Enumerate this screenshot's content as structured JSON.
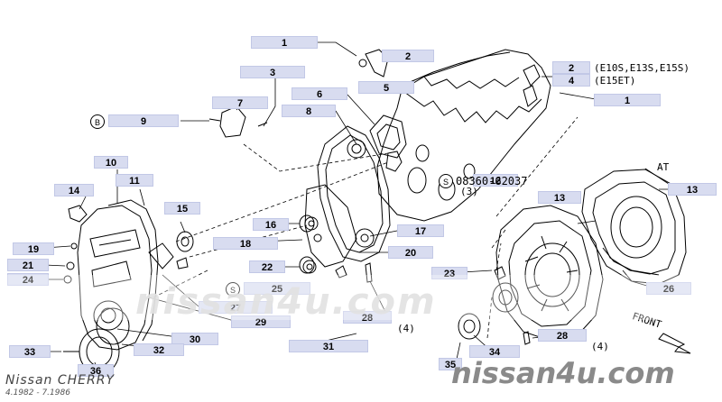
{
  "diagram": {
    "callouts": [
      {
        "id": "c1a",
        "text": "1"
      },
      {
        "id": "c2a",
        "text": "2"
      },
      {
        "id": "c3",
        "text": "3"
      },
      {
        "id": "c5",
        "text": "5"
      },
      {
        "id": "c6",
        "text": "6"
      },
      {
        "id": "c7",
        "text": "7"
      },
      {
        "id": "c8",
        "text": "8"
      },
      {
        "id": "c9",
        "text": "9"
      },
      {
        "id": "c2b",
        "text": "2"
      },
      {
        "id": "c4",
        "text": "4"
      },
      {
        "id": "c1b",
        "text": "1"
      },
      {
        "id": "c10",
        "text": "10"
      },
      {
        "id": "c11",
        "text": "11"
      },
      {
        "id": "c12",
        "text": "12"
      },
      {
        "id": "c13a",
        "text": "13"
      },
      {
        "id": "c13b",
        "text": "13"
      },
      {
        "id": "c14",
        "text": "14"
      },
      {
        "id": "c15",
        "text": "15"
      },
      {
        "id": "c16",
        "text": "16"
      },
      {
        "id": "c17",
        "text": "17"
      },
      {
        "id": "c18",
        "text": "18"
      },
      {
        "id": "c19",
        "text": "19"
      },
      {
        "id": "c20",
        "text": "20"
      },
      {
        "id": "c21",
        "text": "21"
      },
      {
        "id": "c22",
        "text": "22"
      },
      {
        "id": "c23",
        "text": "23"
      },
      {
        "id": "c24",
        "text": "24"
      },
      {
        "id": "c25",
        "text": "25"
      },
      {
        "id": "c26",
        "text": "26"
      },
      {
        "id": "c27",
        "text": "27"
      },
      {
        "id": "c28a",
        "text": "28"
      },
      {
        "id": "c28b",
        "text": "28"
      },
      {
        "id": "c29",
        "text": "29"
      },
      {
        "id": "c30",
        "text": "30"
      },
      {
        "id": "c31",
        "text": "31"
      },
      {
        "id": "c32",
        "text": "32"
      },
      {
        "id": "c33",
        "text": "33"
      },
      {
        "id": "c34",
        "text": "34"
      },
      {
        "id": "c35",
        "text": "35"
      },
      {
        "id": "c36",
        "text": "36"
      }
    ],
    "notes": {
      "variant_1": "(E10S,E13S,E15S)",
      "variant_2": "(E15ET)",
      "part_number": "08360-62037",
      "part_qty": "(3)",
      "qty_1": "(4)",
      "qty_2": "(4)",
      "at_label": "AT",
      "front_label": "FRONT",
      "b_symbol": "B",
      "s_symbol": "S"
    },
    "watermark_center": "nissan4u.com",
    "watermark_corner": "nissan4u.com",
    "brand": "Nissan CHERRY",
    "years": "4.1982 - 7.1986"
  }
}
